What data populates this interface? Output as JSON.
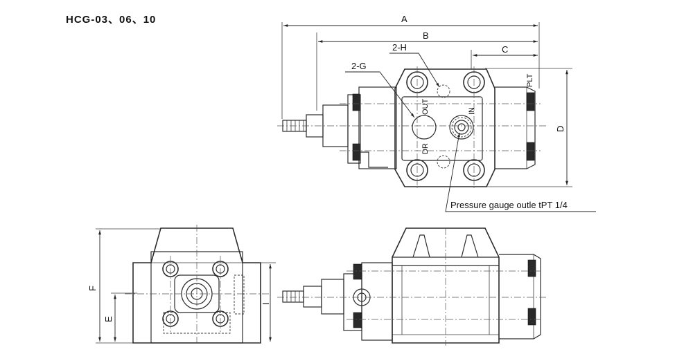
{
  "title": "HCG-03、06、10",
  "dimensions": {
    "A": "A",
    "B": "B",
    "C": "C",
    "D": "D",
    "E": "E",
    "F": "F",
    "I": "I"
  },
  "callouts": {
    "g": "2-G",
    "h": "2-H",
    "pressure_gauge": "Pressure gauge outle tPT 1/4"
  },
  "ports": {
    "out": "OUT",
    "in": "IN",
    "dr": "DR",
    "plt": "PLT"
  }
}
